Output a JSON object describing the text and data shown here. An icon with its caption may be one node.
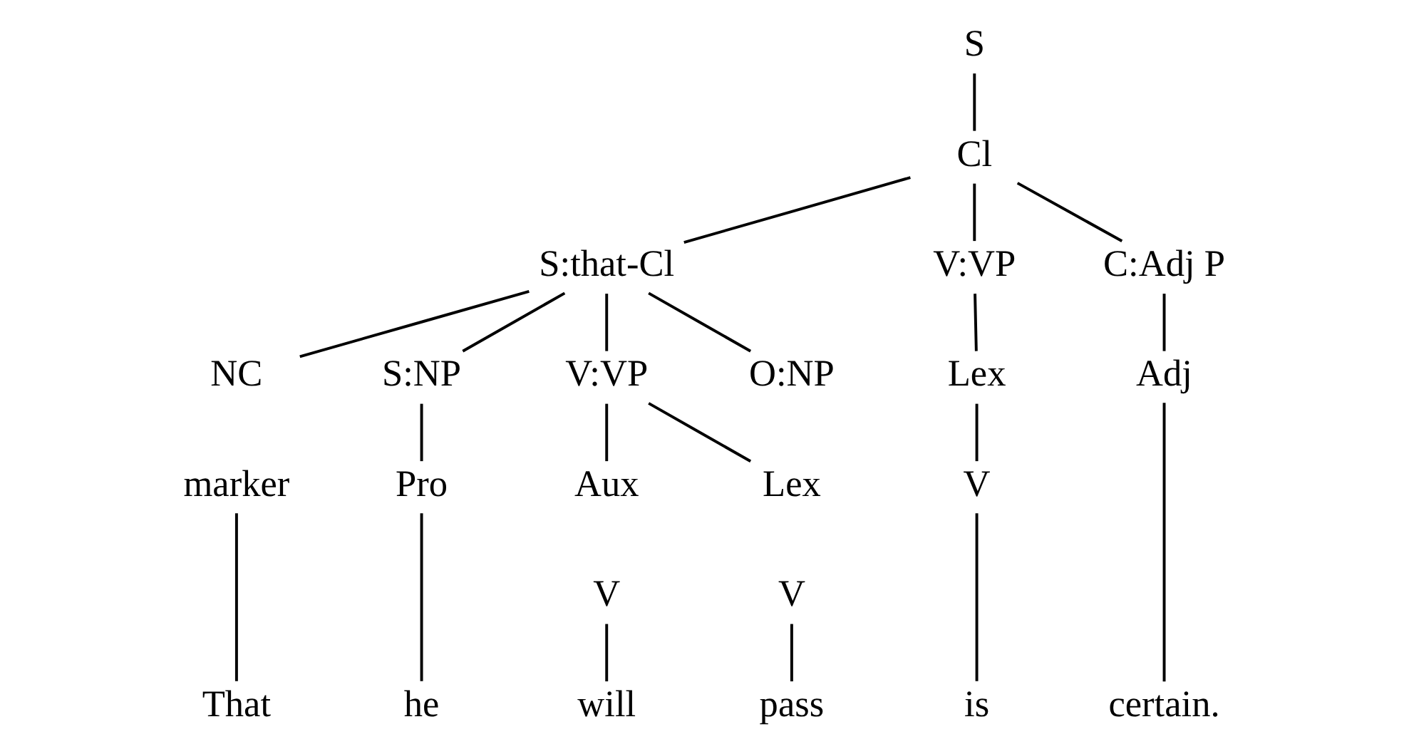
{
  "diagram": {
    "nodes": [
      {
        "text": [
          "S"
        ]
      },
      {
        "text": [
          "Cl"
        ]
      },
      {
        "text": [
          "S:that-Cl"
        ]
      },
      {
        "text": [
          "V:VP"
        ]
      },
      {
        "text": [
          "C:Adj P"
        ]
      },
      {
        "text": [
          "NC"
        ]
      },
      {
        "text": [
          "S:NP"
        ]
      },
      {
        "text": [
          "V:VP"
        ]
      },
      {
        "text": [
          "O:NP"
        ]
      },
      {
        "text": [
          "Lex"
        ]
      },
      {
        "text": [
          "Adj"
        ]
      },
      {
        "text": [
          "marker"
        ]
      },
      {
        "text": [
          "Pro"
        ]
      },
      {
        "text": [
          "Aux"
        ]
      },
      {
        "text": [
          "Lex"
        ]
      },
      {
        "text": [
          "V"
        ]
      },
      {
        "text": [
          "V"
        ]
      },
      {
        "text": [
          "V"
        ]
      },
      {
        "text": [
          "That"
        ]
      },
      {
        "text": [
          "he"
        ]
      },
      {
        "text": [
          "will"
        ]
      },
      {
        "text": [
          "pass"
        ]
      },
      {
        "text": [
          "is"
        ]
      },
      {
        "text": [
          "certain."
        ]
      }
    ],
    "edges": [
      {
        "from": 0,
        "to": 1,
        "arrow": "none"
      },
      {
        "from": 1,
        "to": 2,
        "arrow": "none"
      },
      {
        "from": 1,
        "to": 3,
        "arrow": "none"
      },
      {
        "from": 1,
        "to": 4,
        "arrow": "none"
      },
      {
        "from": 2,
        "to": 5,
        "arrow": "none"
      },
      {
        "from": 2,
        "to": 6,
        "arrow": "none"
      },
      {
        "from": 2,
        "to": 7,
        "arrow": "none"
      },
      {
        "from": 2,
        "to": 8,
        "arrow": "none"
      },
      {
        "from": 3,
        "to": 9,
        "arrow": "none"
      },
      {
        "from": 4,
        "to": 10,
        "arrow": "none"
      },
      {
        "from": 6,
        "to": 12,
        "arrow": "none"
      },
      {
        "from": 7,
        "to": 13,
        "arrow": "none"
      },
      {
        "from": 7,
        "to": 14,
        "arrow": "none"
      },
      {
        "from": 9,
        "to": 15,
        "arrow": "none"
      },
      {
        "from": 10,
        "to": 23,
        "arrow": "none"
      },
      {
        "from": 11,
        "to": 18,
        "arrow": "none"
      },
      {
        "from": 12,
        "to": 19,
        "arrow": "none"
      },
      {
        "from": 16,
        "to": 20,
        "arrow": "none"
      },
      {
        "from": 17,
        "to": 21,
        "arrow": "none"
      },
      {
        "from": 15,
        "to": 22,
        "arrow": "none"
      }
    ]
  }
}
